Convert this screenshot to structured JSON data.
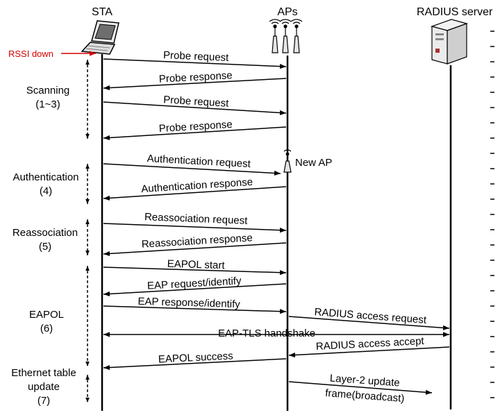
{
  "entities": {
    "sta": "STA",
    "aps": "APs",
    "radius": "RADIUS server"
  },
  "rssi_label": "RSSI down",
  "new_ap_label": "New AP",
  "phases": [
    {
      "line1": "Scanning",
      "line2": "(1~3)"
    },
    {
      "line1": "Authentication",
      "line2": "(4)"
    },
    {
      "line1": "Reassociation",
      "line2": "(5)"
    },
    {
      "line1": "EAPOL",
      "line2": "(6)"
    },
    {
      "line1": "Ethernet table",
      "line2": "update",
      "line3": "(7)"
    }
  ],
  "messages": [
    {
      "label": "Probe request",
      "from": "sta",
      "to": "aps"
    },
    {
      "label": "Probe response",
      "from": "aps",
      "to": "sta"
    },
    {
      "label": "Probe request",
      "from": "sta",
      "to": "aps"
    },
    {
      "label": "Probe response",
      "from": "aps",
      "to": "sta"
    },
    {
      "label": "Authentication request",
      "from": "sta",
      "to": "aps"
    },
    {
      "label": "Authentication response",
      "from": "aps",
      "to": "sta"
    },
    {
      "label": "Reassociation request",
      "from": "sta",
      "to": "aps"
    },
    {
      "label": "Reassociation response",
      "from": "aps",
      "to": "sta"
    },
    {
      "label": "EAPOL start",
      "from": "sta",
      "to": "aps"
    },
    {
      "label": "EAP request/identify",
      "from": "aps",
      "to": "sta"
    },
    {
      "label": "EAP response/identify",
      "from": "sta",
      "to": "aps"
    },
    {
      "label": "RADIUS access request",
      "from": "aps",
      "to": "radius"
    },
    {
      "label": "EAP-TLS handshake",
      "from": "sta",
      "to": "radius",
      "bidirectional": true
    },
    {
      "label": "RADIUS access accept",
      "from": "radius",
      "to": "aps"
    },
    {
      "label": "EAPOL success",
      "from": "aps",
      "to": "sta"
    },
    {
      "label": "Layer-2 update",
      "label2": "frame(broadcast)",
      "from": "aps",
      "to": "right"
    }
  ]
}
